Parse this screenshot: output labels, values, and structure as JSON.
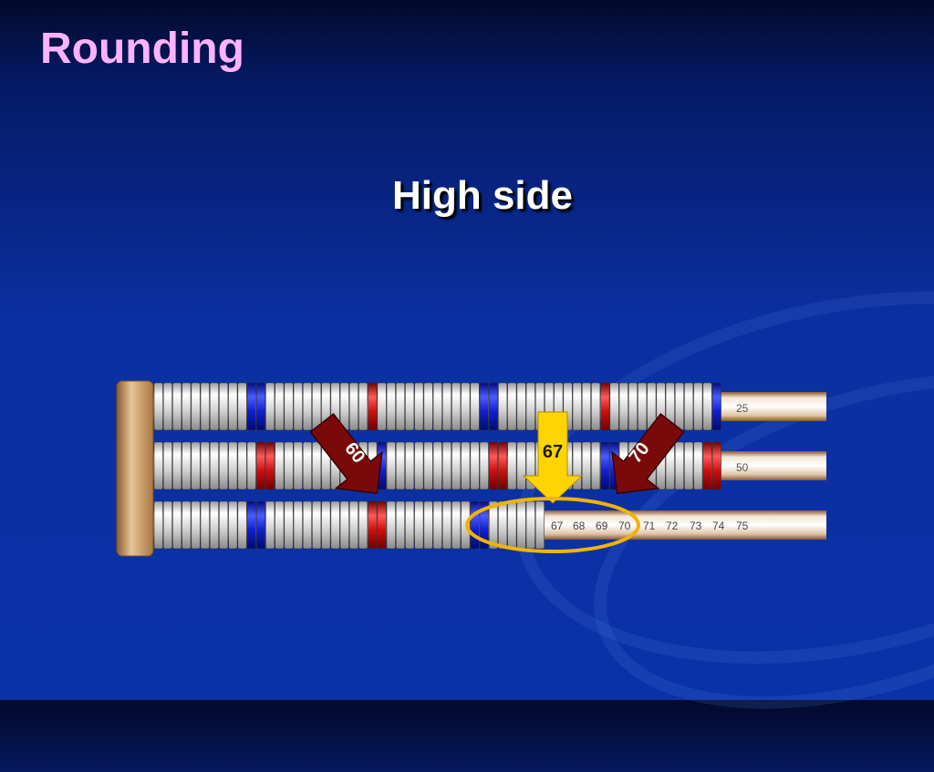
{
  "slide": {
    "title": "Rounding",
    "subtitle": "High side"
  },
  "abacus": {
    "row_end_labels": [
      "25",
      "50"
    ],
    "number_line": [
      "67",
      "68",
      "69",
      "70",
      "71",
      "72",
      "73",
      "74",
      "75"
    ]
  },
  "arrows": {
    "low_arrow_label": "60",
    "value_arrow_label": "67",
    "high_arrow_label": "70"
  },
  "colors": {
    "title": "#ffb3ff",
    "background": "#0a32a8",
    "bead_silver": "#d8d8d8",
    "bead_blue": "#1020d0",
    "bead_red": "#d01010",
    "arrow_dark_red": "#7a0a0a",
    "arrow_yellow": "#ffd400",
    "highlight_ellipse": "#f2b400",
    "rod_wood": "#c79a6a"
  }
}
